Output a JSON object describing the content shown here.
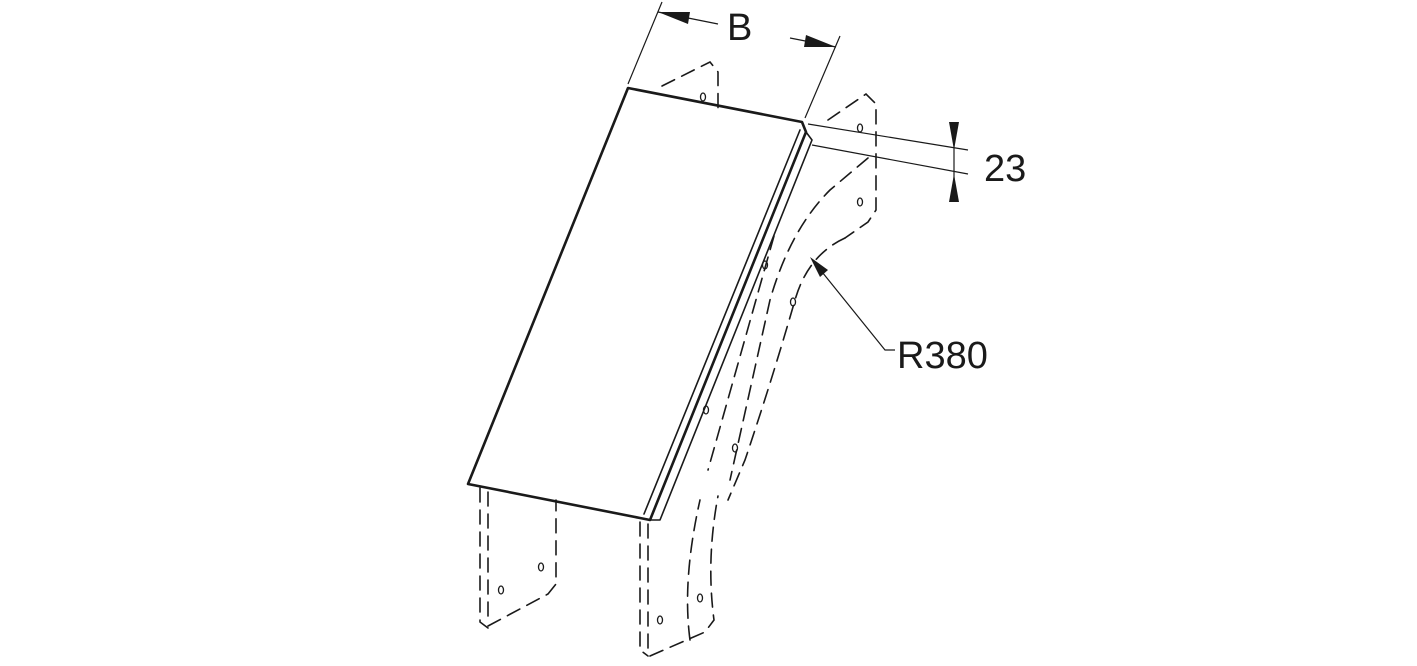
{
  "dimensions": {
    "width_label": "B",
    "height_label": "23",
    "radius_label": "R380"
  }
}
